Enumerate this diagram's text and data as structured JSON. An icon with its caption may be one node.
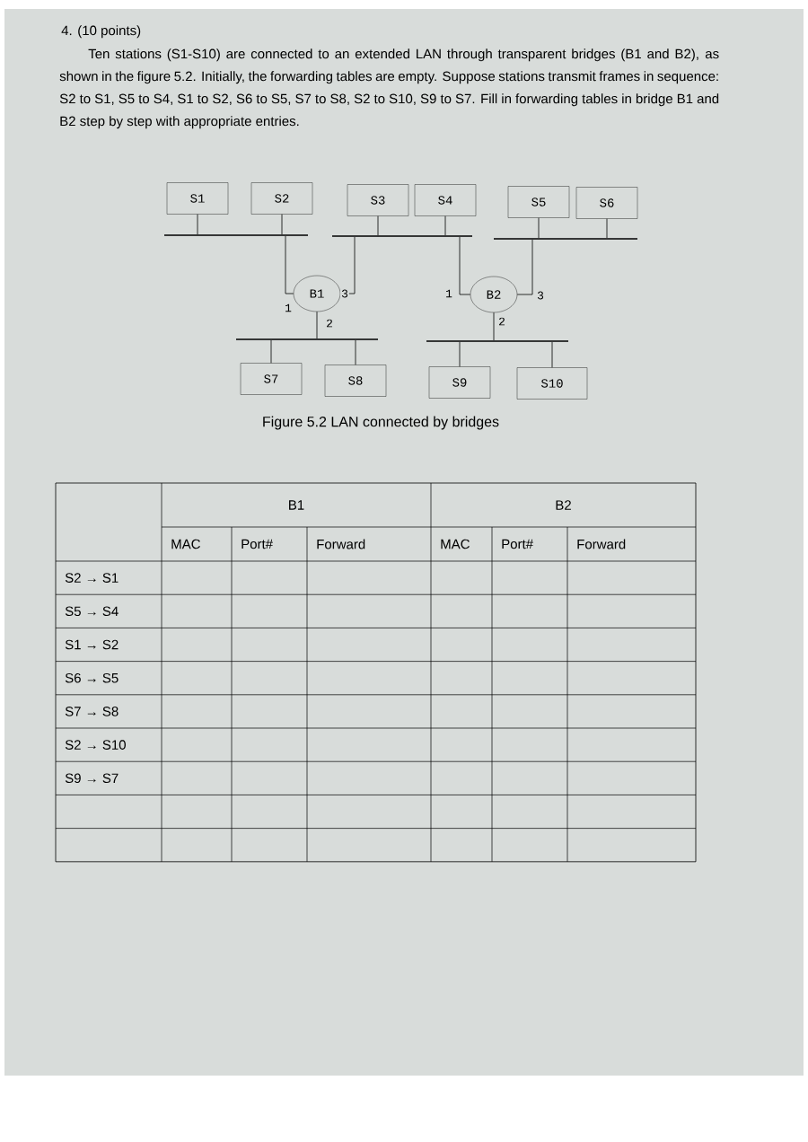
{
  "diagram": {
    "title": "4. (10 points)",
    "caption": "Figure 5.2 LAN connected by bridges",
    "nodes": [
      {
        "text": [
          "S1"
        ]
      },
      {
        "text": [
          "S2"
        ]
      },
      {
        "text": [
          "S3"
        ]
      },
      {
        "text": [
          "S4"
        ]
      },
      {
        "text": [
          "S5"
        ]
      },
      {
        "text": [
          "S6"
        ]
      },
      {
        "text": [],
        "shape": "bar"
      },
      {
        "text": [],
        "shape": "bar"
      },
      {
        "text": [],
        "shape": "bar"
      },
      {
        "text": [
          "B1"
        ]
      },
      {
        "text": [
          "B2"
        ]
      },
      {
        "text": [],
        "shape": "bar"
      },
      {
        "text": [],
        "shape": "bar"
      },
      {
        "text": [
          "S7"
        ]
      },
      {
        "text": [
          "S8"
        ]
      },
      {
        "text": [
          "S9"
        ]
      },
      {
        "text": [
          "S10"
        ]
      }
    ],
    "edges": [
      {
        "from": 0,
        "to": 6,
        "arrow": "none"
      },
      {
        "from": 1,
        "to": 6,
        "arrow": "none"
      },
      {
        "from": 2,
        "to": 7,
        "arrow": "none"
      },
      {
        "from": 3,
        "to": 7,
        "arrow": "none"
      },
      {
        "from": 4,
        "to": 8,
        "arrow": "none"
      },
      {
        "from": 5,
        "to": 8,
        "arrow": "none"
      },
      {
        "from": 6,
        "to": 9,
        "arrow": "none",
        "label": "1"
      },
      {
        "from": 7,
        "to": 9,
        "arrow": "none",
        "label": "3"
      },
      {
        "from": 9,
        "to": 11,
        "arrow": "none",
        "label": "2"
      },
      {
        "from": 7,
        "to": 10,
        "arrow": "none",
        "label": "1"
      },
      {
        "from": 8,
        "to": 10,
        "arrow": "none",
        "label": "3"
      },
      {
        "from": 10,
        "to": 12,
        "arrow": "none",
        "label": "2"
      },
      {
        "from": 11,
        "to": 13,
        "arrow": "none"
      },
      {
        "from": 11,
        "to": 14,
        "arrow": "none"
      },
      {
        "from": 12,
        "to": 15,
        "arrow": "none"
      },
      {
        "from": 12,
        "to": 16,
        "arrow": "none"
      }
    ],
    "labels": [
      "Ten stations (S1-S10) are connected to an extended LAN through transparent bridges (B1 and B2), as shown in the figure 5.2. Initially, the forwarding tables are empty. Suppose stations transmit frames in sequence: S2 to S1, S5 to S4, S1 to S2, S6 to S5, S7 to S8, S2 to S10, S9 to S7. Fill in forwarding tables in bridge B1 and B2 step by step with appropriate entries.",
      "B1",
      "B2",
      "MAC",
      "Port#",
      "Forward",
      "MAC",
      "Port#",
      "Forward",
      "S2 → S1",
      "S5 → S4",
      "S1 → S2",
      "S6 → S5",
      "S7 → S8",
      "S2 → S10",
      "S9 → S7"
    ]
  }
}
